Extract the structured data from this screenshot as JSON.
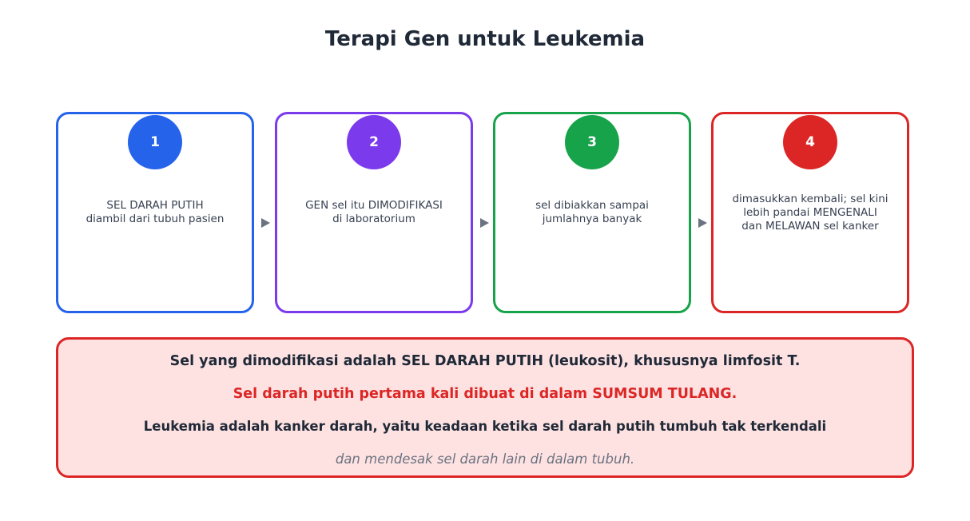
{
  "title": "Terapi Gen untuk Leukemia",
  "steps": [
    {
      "number": "1",
      "color": "#2563eb",
      "lines": [
        "SEL DARAH PUTIH",
        "diambil dari tubuh pasien"
      ]
    },
    {
      "number": "2",
      "color": "#7c3aed",
      "lines": [
        "GEN sel itu DIMODIFIKASI",
        "di laboratorium"
      ]
    },
    {
      "number": "3",
      "color": "#16a34a",
      "lines": [
        "sel dibiakkan sampai",
        "jumlahnya banyak"
      ]
    },
    {
      "number": "4",
      "color": "#dc2626",
      "lines": [
        "dimasukkan kembali; sel kini",
        "lebih pandai MENGENALI",
        "dan MELAWAN sel kanker"
      ]
    }
  ],
  "note": {
    "line1": "Sel yang dimodifikasi adalah SEL DARAH PUTIH (leukosit), khususnya limfosit T.",
    "line2": "Sel darah putih pertama kali dibuat di dalam SUMSUM TULANG.",
    "line3": "Leukemia adalah kanker darah, yaitu keadaan ketika sel darah putih tumbuh tak terkendali",
    "line4": "dan mendesak sel darah lain di dalam tubuh."
  }
}
